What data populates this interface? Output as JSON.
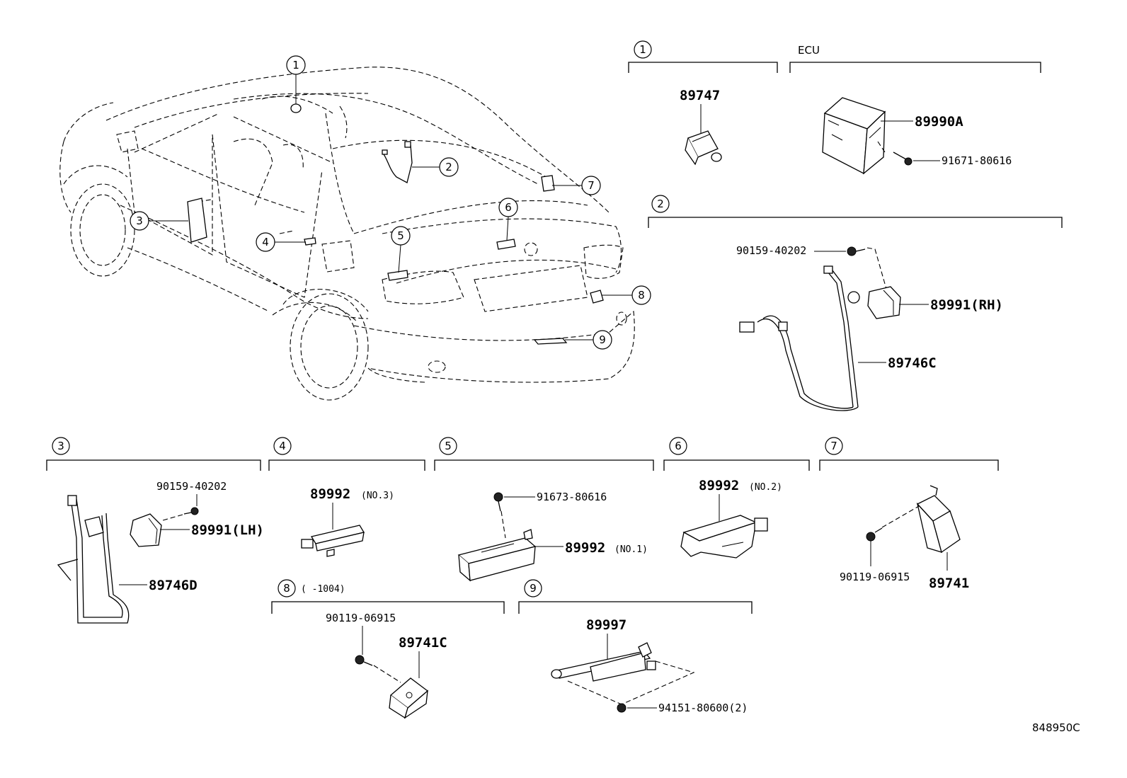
{
  "callouts": [
    "1",
    "2",
    "3",
    "4",
    "5",
    "6",
    "7",
    "8",
    "9"
  ],
  "sections": {
    "s1": {
      "label": "1",
      "part": "89747"
    },
    "ecu": {
      "label": "ECU",
      "part": "89990A",
      "bolt": "91671-80616"
    },
    "s2": {
      "label": "2",
      "bolt": "90159-40202",
      "sensor": "89991(RH)",
      "harness": "89746C"
    },
    "s3": {
      "label": "3",
      "bolt": "90159-40202",
      "sensor": "89991(LH)",
      "harness": "89746D"
    },
    "s4": {
      "label": "4",
      "part": "89992",
      "note": "(NO.3)"
    },
    "s5": {
      "label": "5",
      "bolt": "91673-80616",
      "part": "89992",
      "note": "(NO.1)"
    },
    "s6": {
      "label": "6",
      "part": "89992",
      "note": "(NO.2)"
    },
    "s7": {
      "label": "7",
      "bolt": "90119-06915",
      "part": "89741"
    },
    "s8": {
      "label": "8",
      "range": "(      -1004)",
      "bolt": "90119-06915",
      "part": "89741C"
    },
    "s9": {
      "label": "9",
      "part": "89997",
      "nut": "94151-80600(2)"
    }
  },
  "diagram_id": "848950C"
}
